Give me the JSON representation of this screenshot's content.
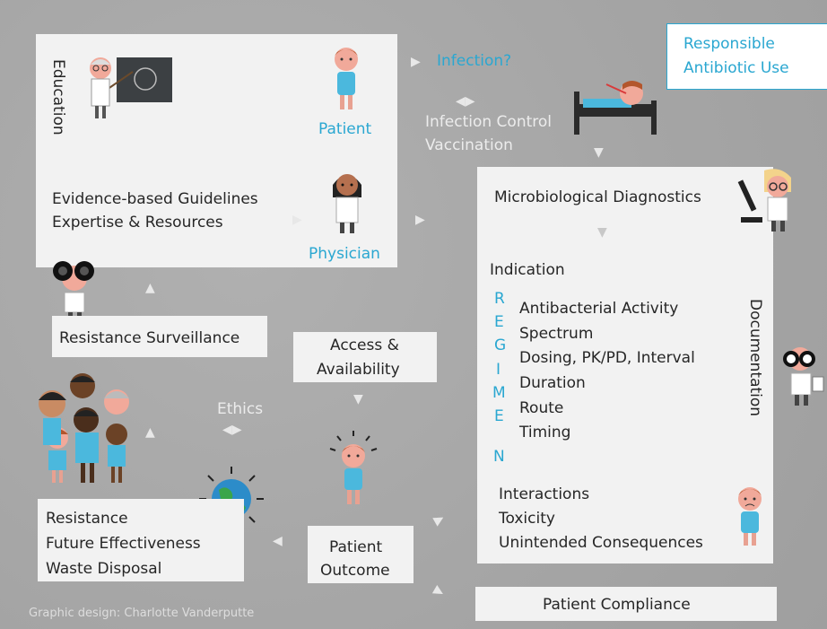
{
  "badge": {
    "line1": "Responsible",
    "line2": "Antibiotic Use"
  },
  "top_flow": {
    "infection": "Infection?",
    "infection_control": "Infection Control",
    "vaccination": "Vaccination"
  },
  "education_box": {
    "education": "Education",
    "patient": "Patient",
    "physician": "Physician",
    "guidelines": "Evidence-based Guidelines",
    "expertise": "Expertise & Resources"
  },
  "diagnostics_box": {
    "microbiology": "Microbiological Diagnostics",
    "indication": "Indication",
    "regimen_letters": [
      "R",
      "E",
      "G",
      "I",
      "M",
      "E",
      "N"
    ],
    "regimen_items": [
      "Antibacterial Activity",
      "Spectrum",
      "Dosing, PK/PD, Interval",
      "Duration",
      "Route",
      "Timing"
    ],
    "documentation": "Documentation",
    "interactions": "Interactions",
    "toxicity": "Toxicity",
    "unintended": "Unintended Consequences"
  },
  "resistance_surveillance": "Resistance Surveillance",
  "access": {
    "line1": "Access &",
    "line2": "Availability"
  },
  "ethics": "Ethics",
  "consequences": {
    "line1": "Resistance",
    "line2": "Future Effectiveness",
    "line3": "Waste Disposal"
  },
  "outcome": {
    "line1": "Patient",
    "line2": "Outcome"
  },
  "compliance": "Patient Compliance",
  "credit": "Graphic design: Charlotte Vanderputte",
  "colors": {
    "accent_blue": "#2aa7d1",
    "box": "#f2f2f2",
    "background": "#a8a8a8"
  }
}
